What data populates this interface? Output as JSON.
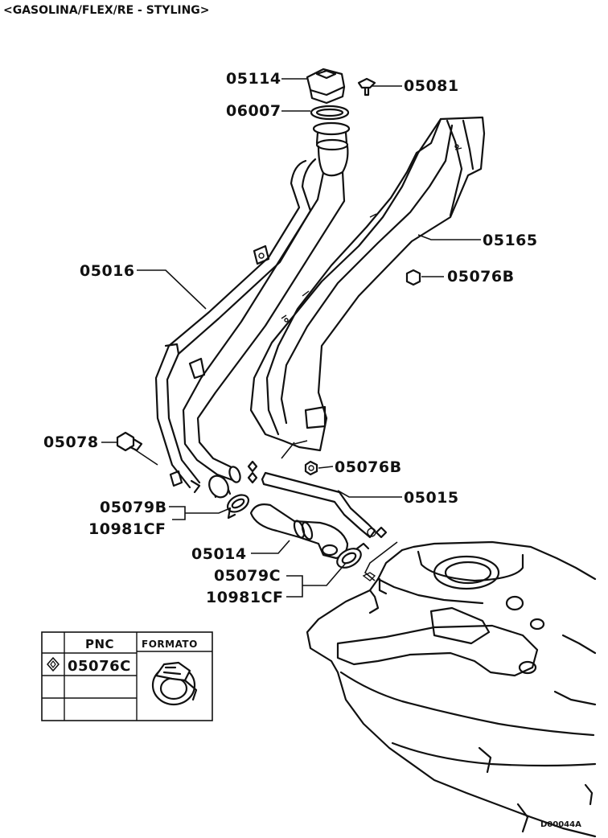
{
  "diagram": {
    "header": "<GASOLINA/FLEX/RE - STYLING>",
    "drawing_code": "D00044A"
  },
  "callouts": {
    "c05114": "05114",
    "c05081": "05081",
    "c06007": "06007",
    "c05165": "05165",
    "c05016": "05016",
    "c05076b_top": "05076B",
    "c05078": "05078",
    "c05076b_mid": "05076B",
    "c05015": "05015",
    "c05079b": "05079B",
    "c10981cf_a": "10981CF",
    "c05014": "05014",
    "c05079c": "05079C",
    "c10981cf_b": "10981CF"
  },
  "legend": {
    "col_png": "PNC",
    "col_format": "FORMATO",
    "rows": [
      {
        "symbol": "diamond-symbol",
        "pnc": "05076C"
      },
      {
        "symbol": "",
        "pnc": ""
      },
      {
        "symbol": "",
        "pnc": ""
      }
    ]
  }
}
